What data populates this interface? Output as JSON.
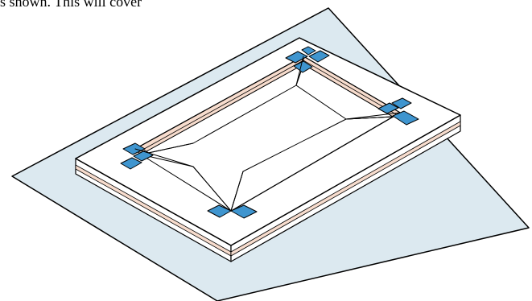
{
  "caption": {
    "text": "s shown.  This will cover"
  },
  "colors": {
    "backing_sheet": "#dce9f0",
    "board_top": "#ffffff",
    "board_side_band": "#f7dccd",
    "tape": "#3f95cf",
    "outline": "#000000"
  },
  "parts": [
    "backing-sheet",
    "mat-board",
    "window-opening",
    "tape-corner-top",
    "tape-corner-right",
    "tape-corner-bottom",
    "tape-corner-left"
  ]
}
